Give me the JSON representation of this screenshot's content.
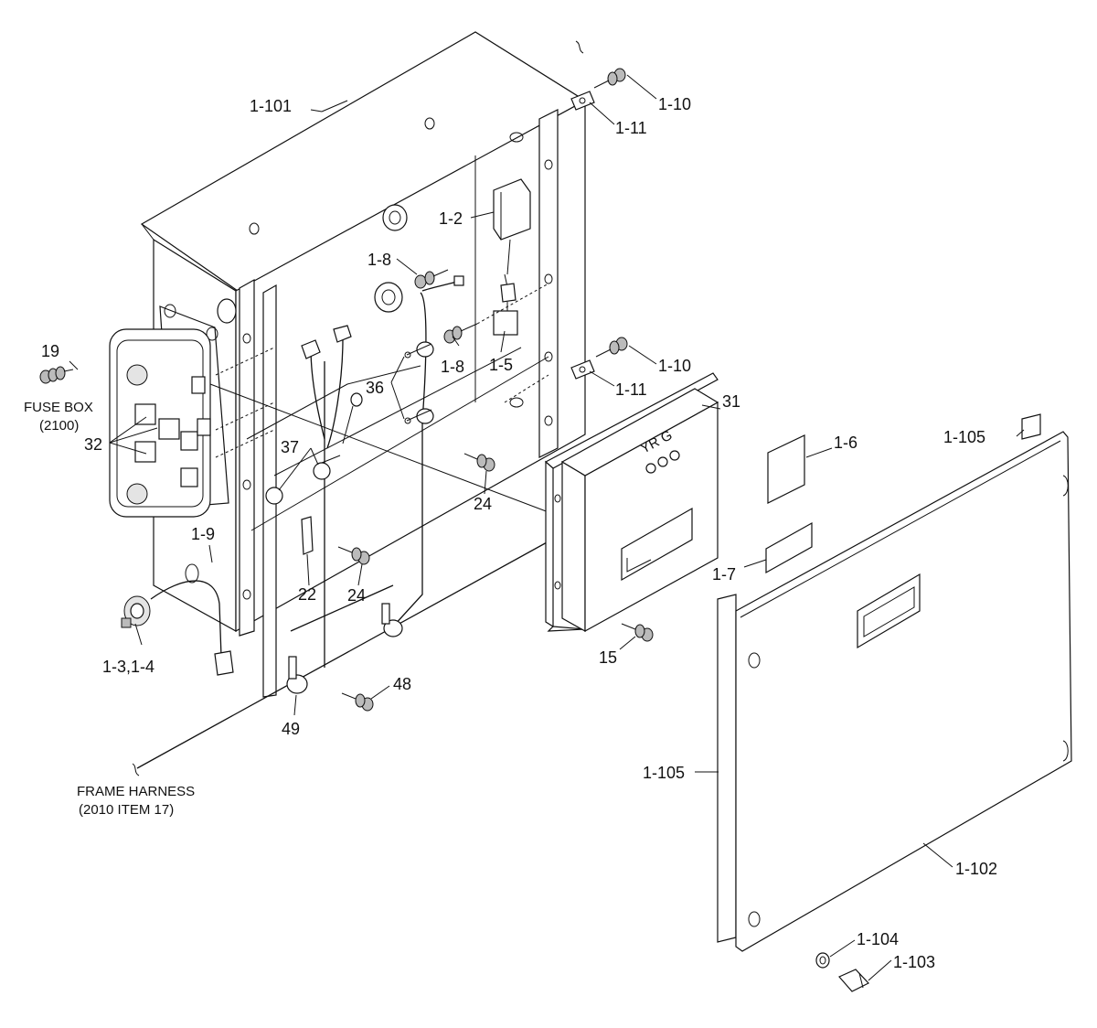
{
  "labels": {
    "l_1_101": "1-101",
    "l_1_10a": "1-10",
    "l_1_11a": "1-11",
    "l_1_2": "1-2",
    "l_1_8a": "1-8",
    "l_1_8b": "1-8",
    "l_1_5": "1-5",
    "l_1_10b": "1-10",
    "l_1_11b": "1-11",
    "l_19": "19",
    "l_fuse_box": "FUSE BOX",
    "l_fuse_box_num": "(2100)",
    "l_32": "32",
    "l_36": "36",
    "l_37": "37",
    "l_31": "31",
    "l_24a": "24",
    "l_24b": "24",
    "l_22": "22",
    "l_1_9": "1-9",
    "l_1_3_4": "1-3,1-4",
    "l_15": "15",
    "l_48": "48",
    "l_49": "49",
    "l_frame_harness": "FRAME HARNESS",
    "l_frame_harness_item": "(2010 ITEM 17)",
    "l_1_6": "1-6",
    "l_1_7": "1-7",
    "l_1_105a": "1-105",
    "l_1_105b": "1-105",
    "l_1_102": "1-102",
    "l_1_104": "1-104",
    "l_1_103": "1-103",
    "ecu_lamps": "YR G"
  }
}
